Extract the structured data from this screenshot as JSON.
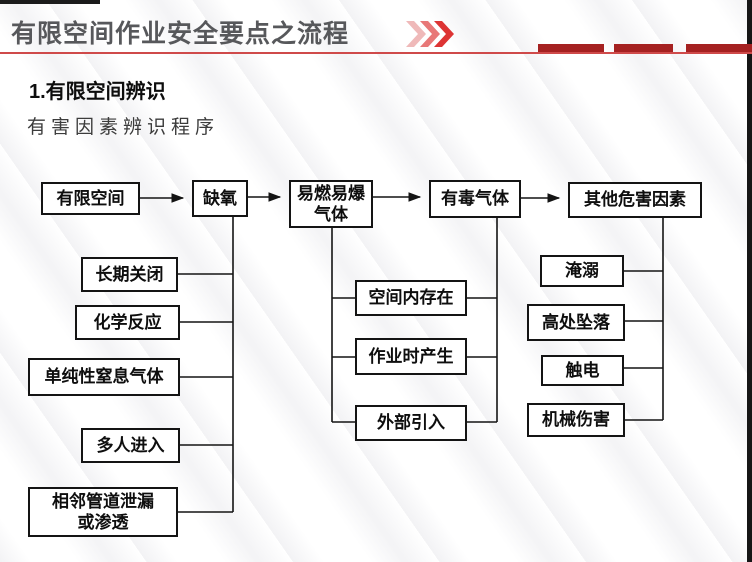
{
  "header": {
    "title": "有限空间作业安全要点之流程",
    "decor": {
      "chevron_icon": "triple-chevron-right",
      "dash_count": 3,
      "dash_color": "#a52121",
      "rule_color": "#cf4a4a",
      "title_color": "#57585b",
      "chevron_colors": [
        "#efb9b9",
        "#e87878",
        "#dd3434"
      ]
    }
  },
  "section": {
    "heading": "1.有限空间辨识",
    "subheading": "有害因素辨识程序"
  },
  "flowchart": {
    "top_row": [
      "有限空间",
      "缺氧",
      "易燃易爆\n气体",
      "有毒气体",
      "其他危害因素"
    ],
    "oxygen_causes": [
      "长期关闭",
      "化学反应",
      "单纯性窒息气体",
      "多人进入",
      "相邻管道泄漏\n或渗透"
    ],
    "gas_sources": [
      "空间内存在",
      "作业时产生",
      "外部引入"
    ],
    "other_hazard_types": [
      "淹溺",
      "高处坠落",
      "触电",
      "机械伤害"
    ]
  }
}
